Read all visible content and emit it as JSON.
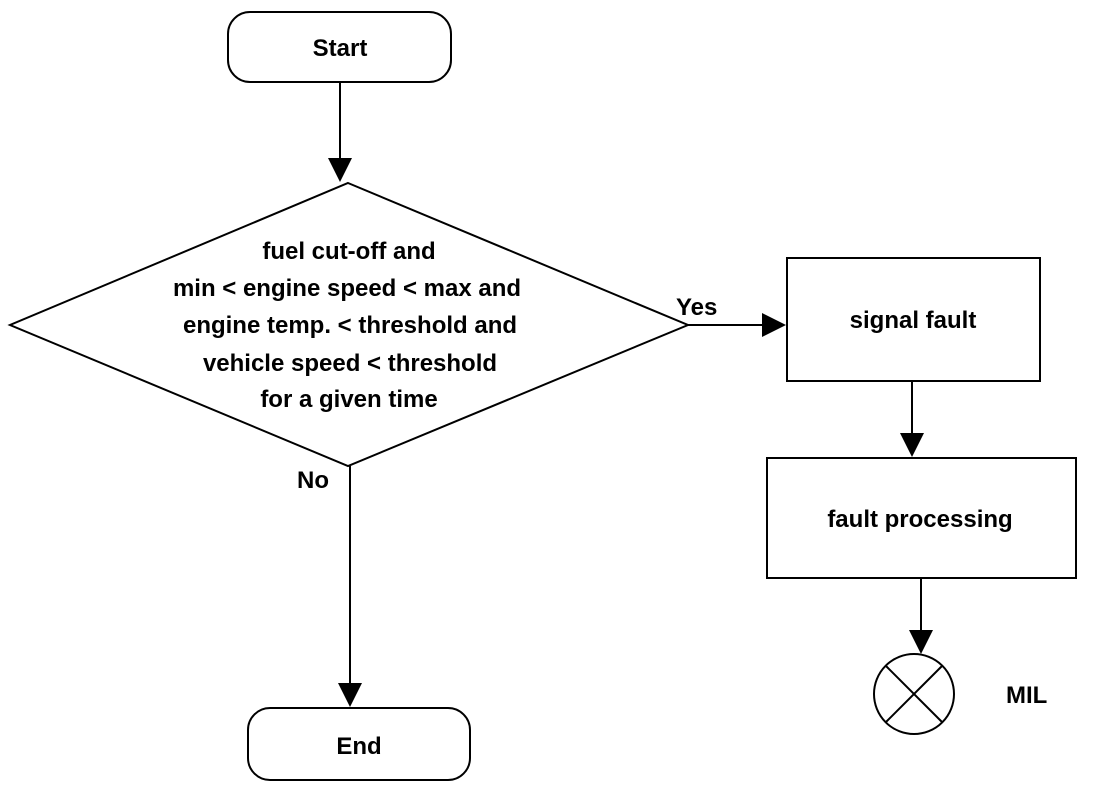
{
  "flowchart": {
    "start": {
      "label": "Start"
    },
    "decision": {
      "lines": [
        "fuel cut-off and",
        "min < engine speed < max and",
        "engine temp. < threshold and",
        "vehicle speed < threshold",
        "for a given time"
      ]
    },
    "yes_label": "Yes",
    "no_label": "No",
    "signal_fault": {
      "label": "signal fault"
    },
    "fault_processing": {
      "label": "fault processing"
    },
    "end": {
      "label": "End"
    },
    "mil": {
      "label": "MIL",
      "icon": "indicator-lamp-icon"
    }
  }
}
